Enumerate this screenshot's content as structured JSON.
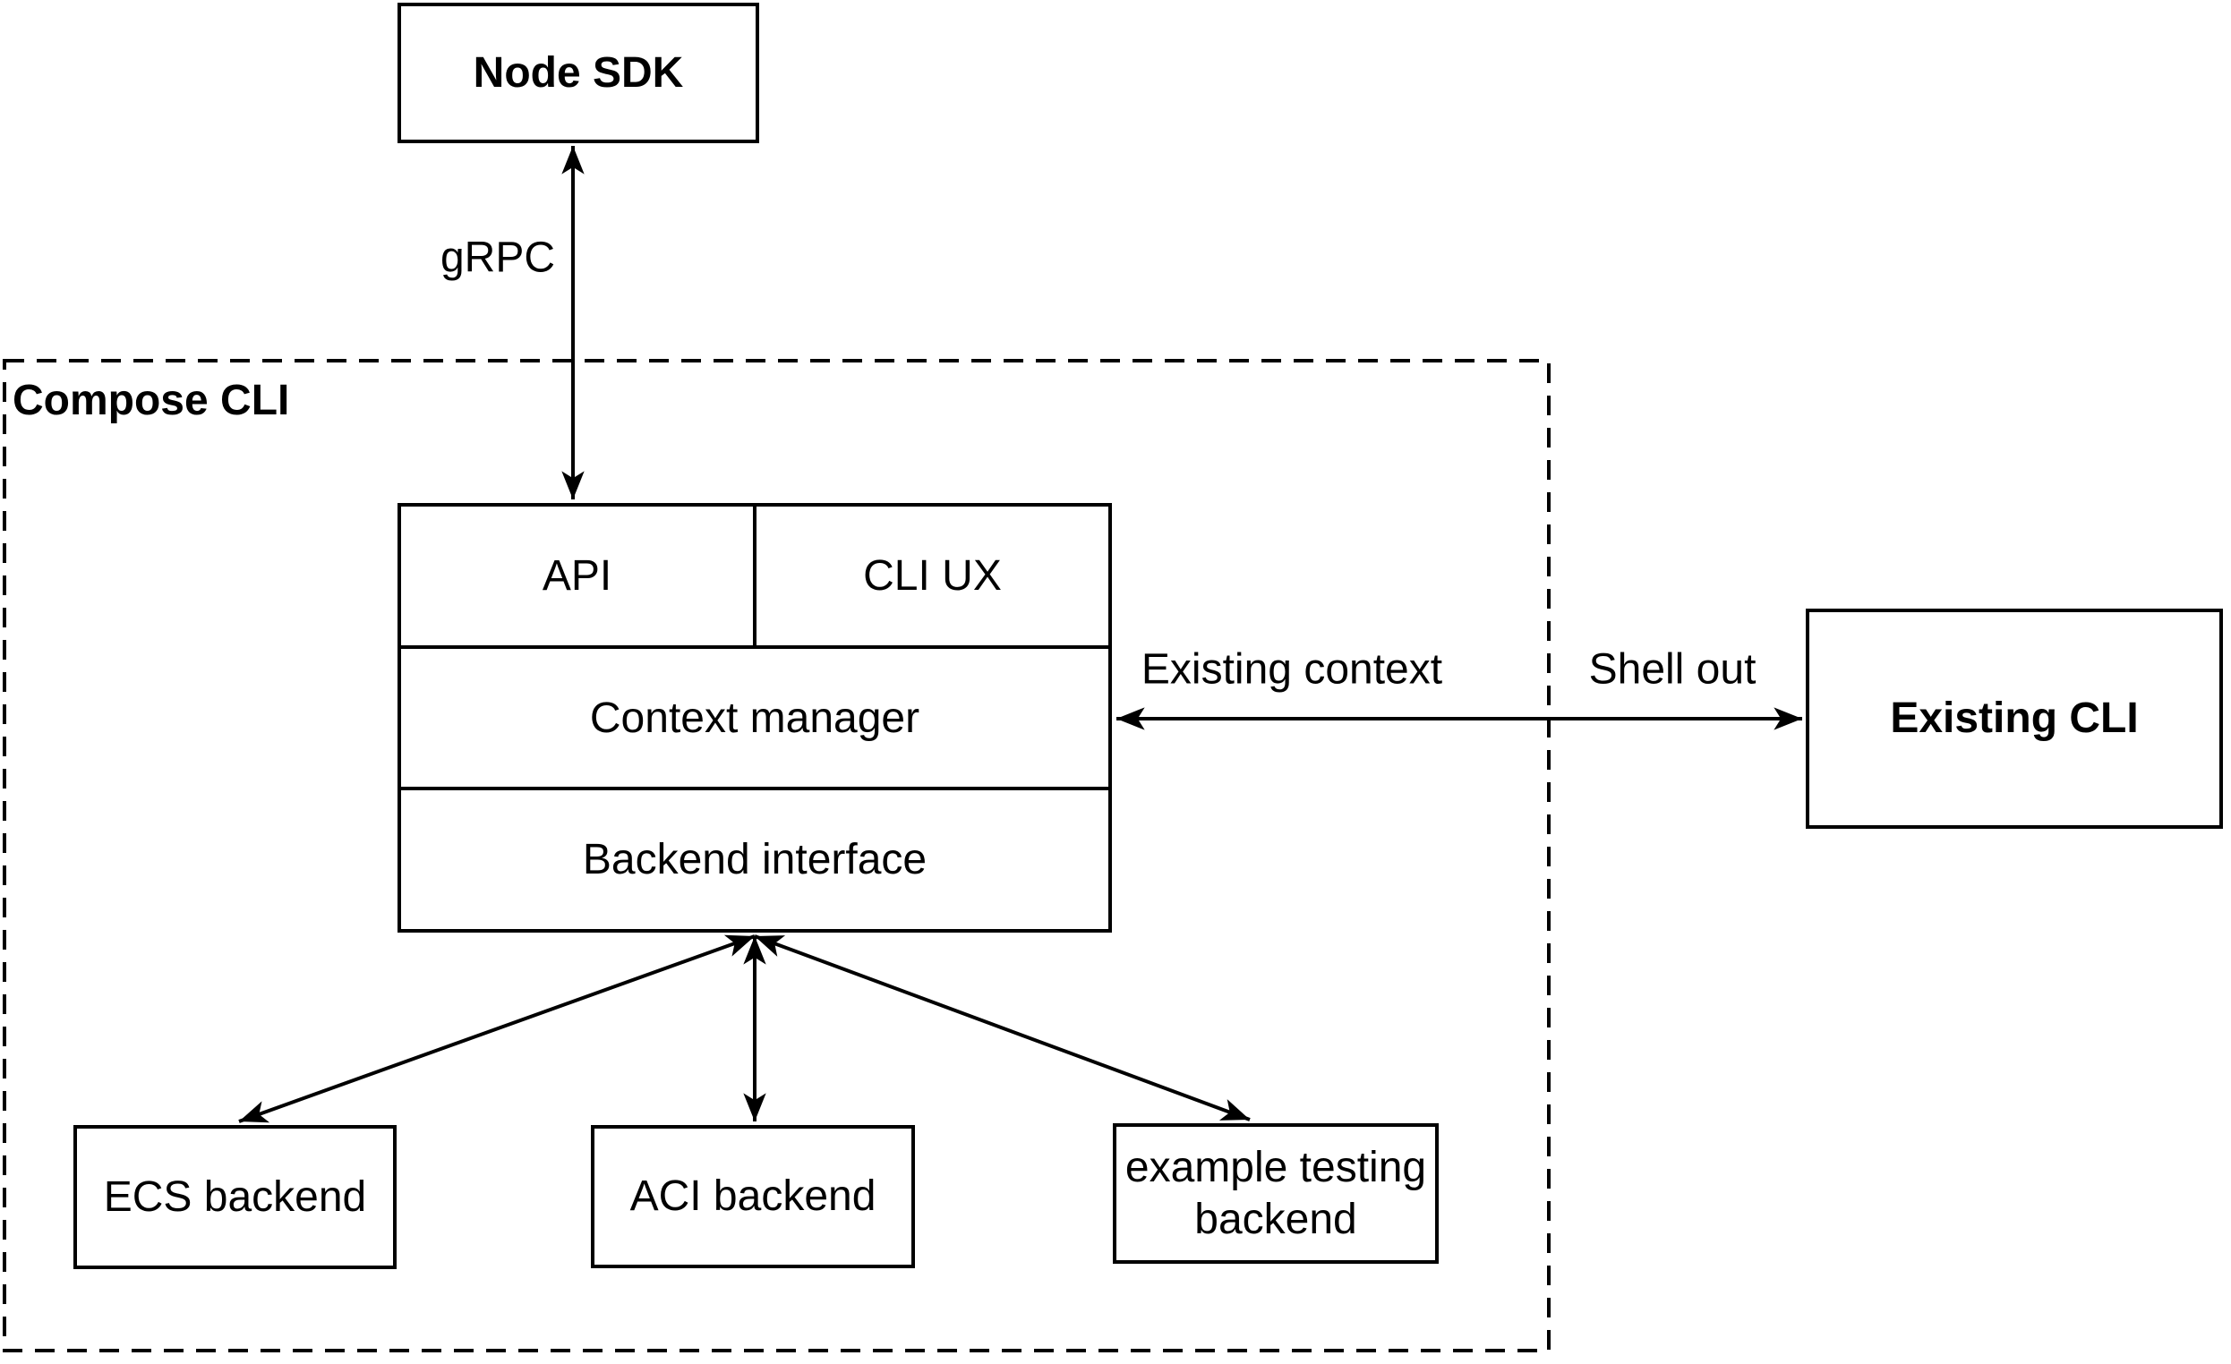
{
  "canvas": {
    "background": "#ffffff",
    "stroke_color": "#000000",
    "text_color": "#000000"
  },
  "nodes": {
    "node_sdk": {
      "label": "Node SDK"
    },
    "compose_cli_container": {
      "label": "Compose CLI"
    },
    "api": {
      "label": "API"
    },
    "cli_ux": {
      "label": "CLI UX"
    },
    "context_manager": {
      "label": "Context manager"
    },
    "backend_interface": {
      "label": "Backend interface"
    },
    "existing_cli": {
      "label": "Existing CLI"
    },
    "ecs_backend": {
      "label": "ECS backend"
    },
    "aci_backend": {
      "label": "ACI backend"
    },
    "example_testing_backend": {
      "label": "example testing backend"
    }
  },
  "edge_labels": {
    "grpc": "gRPC",
    "existing_context": "Existing context",
    "shell_out": "Shell out"
  },
  "edges": [
    {
      "from": "node_sdk",
      "to": "api",
      "direction": "bidirectional",
      "labels": [
        "gRPC"
      ]
    },
    {
      "from": "context_manager",
      "to": "existing_cli",
      "direction": "bidirectional",
      "labels": [
        "Existing context",
        "Shell out"
      ]
    },
    {
      "from": "backend_interface",
      "to": "ecs_backend",
      "direction": "bidirectional",
      "labels": []
    },
    {
      "from": "backend_interface",
      "to": "aci_backend",
      "direction": "bidirectional",
      "labels": []
    },
    {
      "from": "backend_interface",
      "to": "example_testing_backend",
      "direction": "bidirectional",
      "labels": []
    }
  ]
}
